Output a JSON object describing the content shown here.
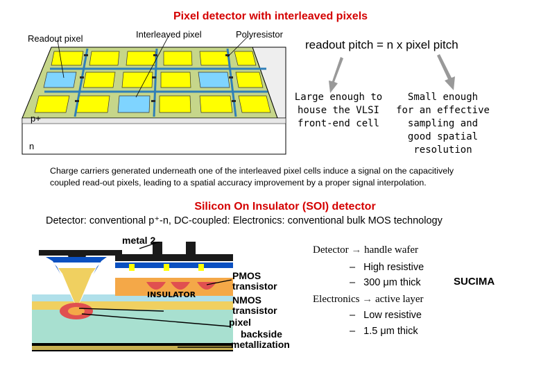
{
  "top": {
    "title": "Pixel detector with interleaved pixels",
    "label_readout": "Readout pixel",
    "label_interleaved": "Interleaved pixel",
    "label_polyresistor": "Polyresistor",
    "label_p": "p+",
    "label_n": "n",
    "formula": "readout pitch =  n x pixel pitch",
    "note_left": [
      "Large enough to",
      "house the VLSI",
      "front-end cell"
    ],
    "note_right": [
      "Small enough",
      "for an effective",
      "sampling and",
      "good spatial",
      "resolution"
    ],
    "paragraph_line1": "Charge carriers generated underneath one of the interleaved pixel cells induce a signal on the capacitively",
    "paragraph_line2": "coupled read-out pixels, leading to a spatial accuracy improvement by a proper signal interpolation."
  },
  "bottom": {
    "title": "Silicon On Insulator (SOI) detector",
    "subtitle": "Detector: conventional p⁺-n, DC-coupled: Electronics: conventional bulk MOS technology",
    "label_metal2": "metal 2",
    "label_pmos": [
      "PMOS",
      "transistor"
    ],
    "label_nmos": [
      "NMOS",
      "transistor"
    ],
    "label_insulator": "INSULATOR",
    "label_pixel": "pixel",
    "label_backside": [
      "backside",
      "metallization"
    ],
    "detector_line": "Detector",
    "detector_target": "handle wafer",
    "detector_items": [
      "High resistive",
      "300 μm thick"
    ],
    "electronics_line": "Electronics",
    "electronics_target": "active layer",
    "electronics_items": [
      "Low resistive",
      "1.5 μm thick"
    ],
    "sucima": "SUCIMA",
    "dash": "–"
  },
  "colors": {
    "title_red": "#d40000",
    "pad_yellow": "#ffff00",
    "strip_blue": "#2f7fb8",
    "light_blue": "#7fd4ff",
    "arrow_gray": "#999999"
  }
}
